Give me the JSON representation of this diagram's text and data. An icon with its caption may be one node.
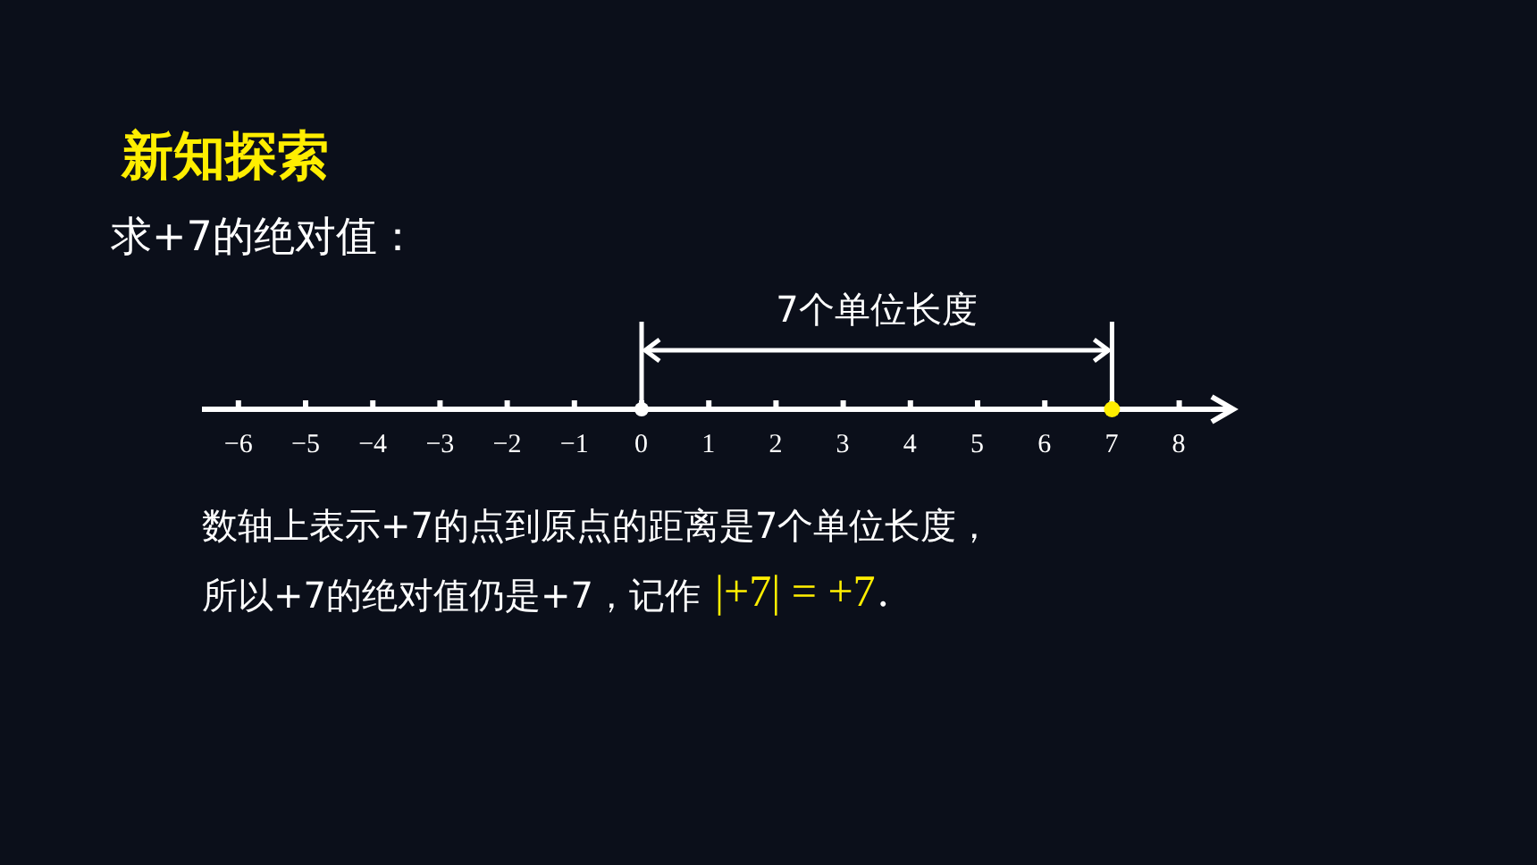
{
  "diagram": {
    "title": "新知探索",
    "labels": [
      "求+7的绝对值：",
      "7个单位长度",
      "−6",
      "−5",
      "−4",
      "−3",
      "−2",
      "−1",
      "0",
      "1",
      "2",
      "3",
      "4",
      "5",
      "6",
      "7",
      "8",
      "数轴上表示+7的点到原点的距离是7个单位长度，",
      "所以+7的绝对值仍是+7，记作",
      "|+7| = +7",
      "."
    ]
  }
}
